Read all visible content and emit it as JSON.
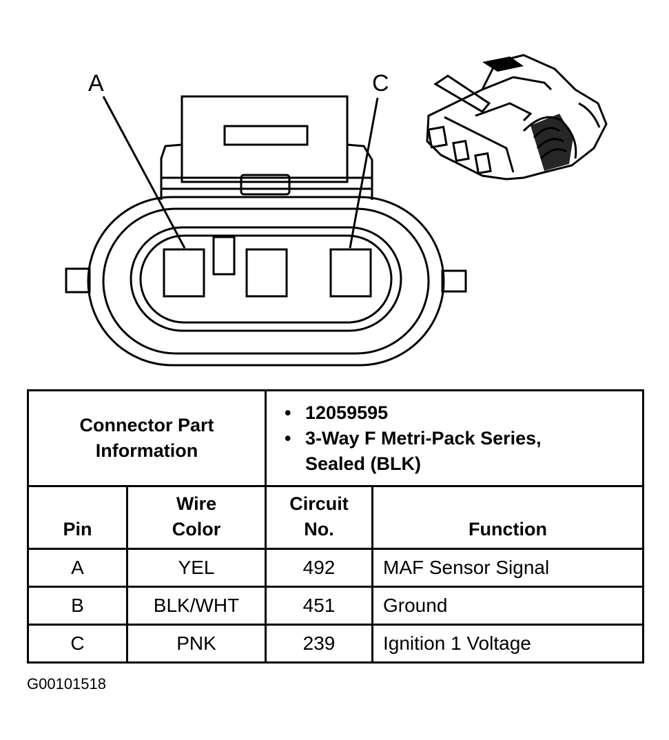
{
  "diagram": {
    "pin_labels": [
      "A",
      "C"
    ]
  },
  "connector_info": {
    "label_line1": "Connector Part",
    "label_line2": "Information",
    "bullets": [
      {
        "lines": [
          "12059595"
        ]
      },
      {
        "lines": [
          "3-Way F Metri-Pack Series,",
          "Sealed (BLK)"
        ]
      }
    ]
  },
  "table": {
    "headers": {
      "pin": "Pin",
      "wire_color_line1": "Wire",
      "wire_color_line2": "Color",
      "circuit_line1": "Circuit",
      "circuit_line2": "No.",
      "function": "Function"
    },
    "rows": [
      {
        "pin": "A",
        "wire_color": "YEL",
        "circuit": "492",
        "function": "MAF Sensor Signal"
      },
      {
        "pin": "B",
        "wire_color": "BLK/WHT",
        "circuit": "451",
        "function": "Ground"
      },
      {
        "pin": "C",
        "wire_color": "PNK",
        "circuit": "239",
        "function": "Ignition 1 Voltage"
      }
    ]
  },
  "figure_id": "G00101518"
}
